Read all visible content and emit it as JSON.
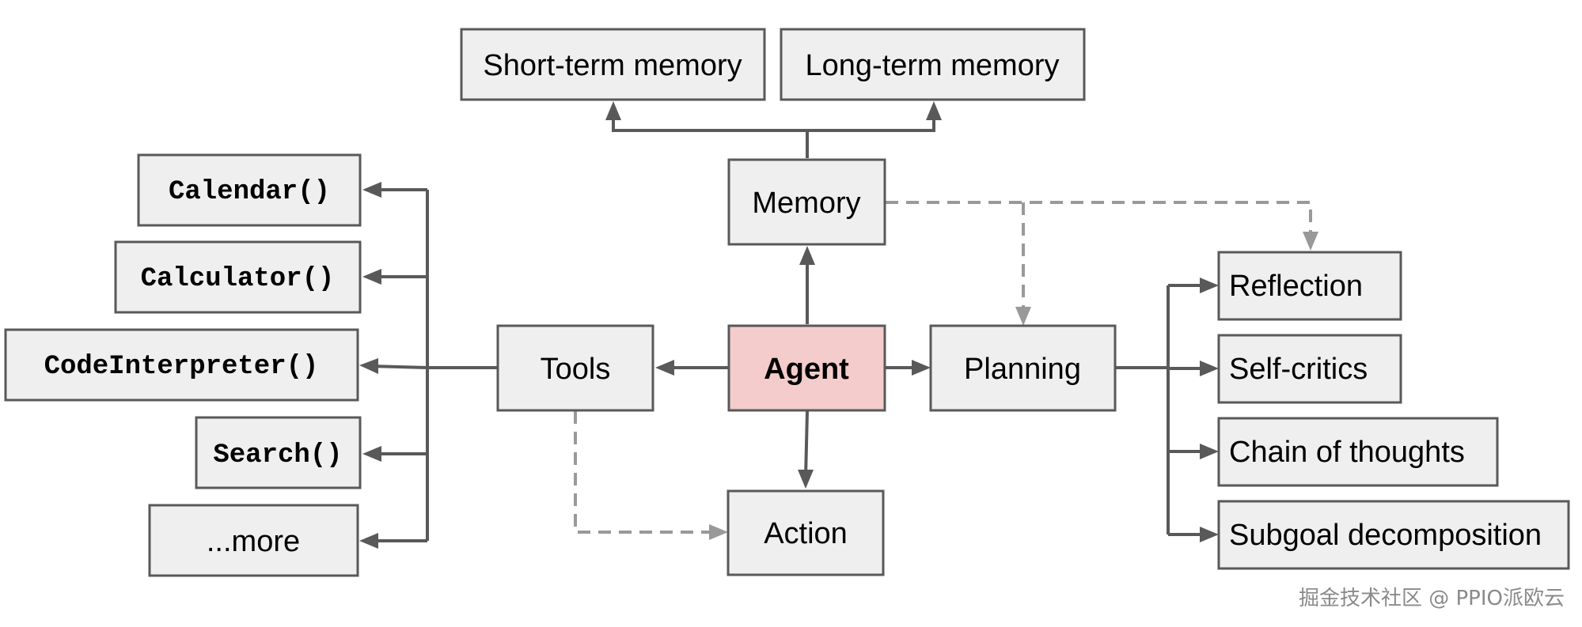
{
  "nodes": {
    "short_term_memory": "Short-term memory",
    "long_term_memory": "Long-term memory",
    "memory": "Memory",
    "calendar": "Calendar()",
    "calculator": "Calculator()",
    "code_interpreter": "CodeInterpreter()",
    "search": "Search()",
    "more": "...more",
    "tools": "Tools",
    "agent": "Agent",
    "planning": "Planning",
    "action": "Action",
    "reflection": "Reflection",
    "self_critics": "Self-critics",
    "chain_of_thoughts": "Chain of thoughts",
    "subgoal_decomposition": "Subgoal decomposition"
  },
  "watermark": "掘金技术社区 @ PPIO派欧云",
  "colors": {
    "box_fill": "#efefef",
    "agent_fill": "#f4cccc",
    "stroke": "#595959",
    "dashed": "#999999"
  }
}
